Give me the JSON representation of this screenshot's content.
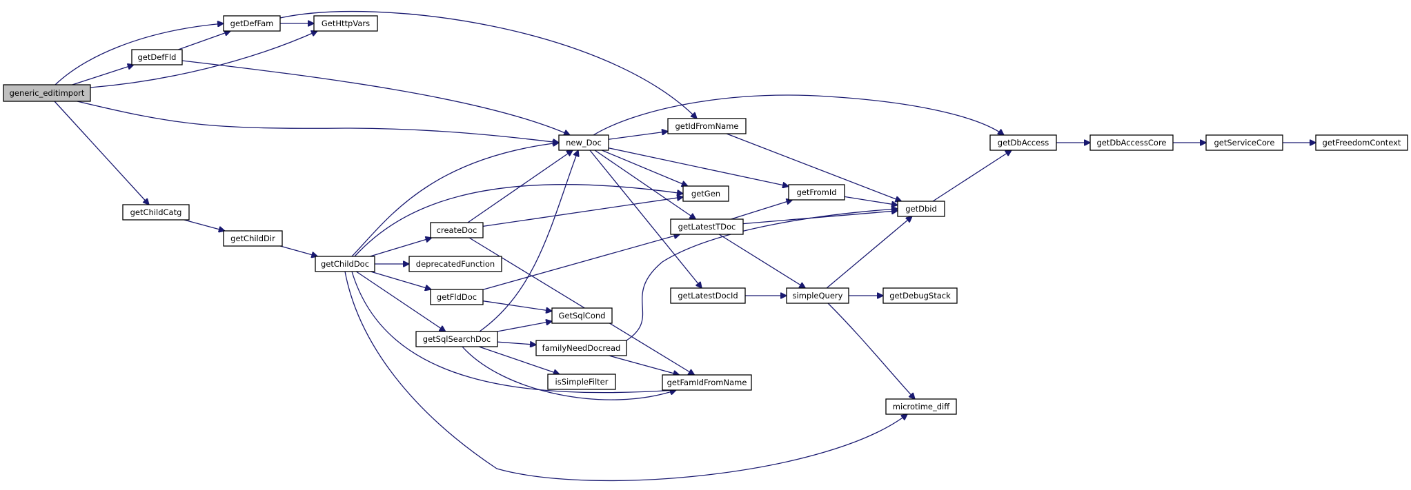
{
  "graph": {
    "root": "generic_editimport",
    "colors": {
      "edge": "#191970",
      "root_fill": "#bfbfbf",
      "node_fill": "#ffffff",
      "node_border": "#000000"
    },
    "nodes": [
      {
        "id": "generic_editimport",
        "label": "generic_editimport"
      },
      {
        "id": "getDefFam",
        "label": "getDefFam"
      },
      {
        "id": "getDefFld",
        "label": "getDefFld"
      },
      {
        "id": "GetHttpVars",
        "label": "GetHttpVars"
      },
      {
        "id": "getIdFromName",
        "label": "getIdFromName"
      },
      {
        "id": "new_Doc",
        "label": "new_Doc"
      },
      {
        "id": "getChildCatg",
        "label": "getChildCatg"
      },
      {
        "id": "getChildDir",
        "label": "getChildDir"
      },
      {
        "id": "getChildDoc",
        "label": "getChildDoc"
      },
      {
        "id": "createDoc",
        "label": "createDoc"
      },
      {
        "id": "deprecatedFunction",
        "label": "deprecatedFunction"
      },
      {
        "id": "getFldDoc",
        "label": "getFldDoc"
      },
      {
        "id": "getSqlSearchDoc",
        "label": "getSqlSearchDoc"
      },
      {
        "id": "GetSqlCond",
        "label": "GetSqlCond"
      },
      {
        "id": "familyNeedDocread",
        "label": "familyNeedDocread"
      },
      {
        "id": "isSimpleFilter",
        "label": "isSimpleFilter"
      },
      {
        "id": "getFamIdFromName",
        "label": "getFamIdFromName"
      },
      {
        "id": "getGen",
        "label": "getGen"
      },
      {
        "id": "getLatestTDoc",
        "label": "getLatestTDoc"
      },
      {
        "id": "getLatestDocId",
        "label": "getLatestDocId"
      },
      {
        "id": "getFromId",
        "label": "getFromId"
      },
      {
        "id": "simpleQuery",
        "label": "simpleQuery"
      },
      {
        "id": "getDbid",
        "label": "getDbid"
      },
      {
        "id": "getDebugStack",
        "label": "getDebugStack"
      },
      {
        "id": "microtime_diff",
        "label": "microtime_diff"
      },
      {
        "id": "getDbAccess",
        "label": "getDbAccess"
      },
      {
        "id": "getDbAccessCore",
        "label": "getDbAccessCore"
      },
      {
        "id": "getServiceCore",
        "label": "getServiceCore"
      },
      {
        "id": "getFreedomContext",
        "label": "getFreedomContext"
      }
    ],
    "edges": [
      {
        "from": "generic_editimport",
        "to": "getDefFam"
      },
      {
        "from": "generic_editimport",
        "to": "getDefFld"
      },
      {
        "from": "generic_editimport",
        "to": "GetHttpVars"
      },
      {
        "from": "generic_editimport",
        "to": "new_Doc"
      },
      {
        "from": "generic_editimport",
        "to": "getChildCatg"
      },
      {
        "from": "getDefFam",
        "to": "GetHttpVars"
      },
      {
        "from": "getDefFam",
        "to": "getIdFromName"
      },
      {
        "from": "getDefFld",
        "to": "getDefFam"
      },
      {
        "from": "getDefFld",
        "to": "new_Doc"
      },
      {
        "from": "new_Doc",
        "to": "getIdFromName"
      },
      {
        "from": "new_Doc",
        "to": "getDbAccess"
      },
      {
        "from": "new_Doc",
        "to": "getGen"
      },
      {
        "from": "new_Doc",
        "to": "getFromId"
      },
      {
        "from": "new_Doc",
        "to": "getLatestTDoc"
      },
      {
        "from": "new_Doc",
        "to": "getLatestDocId"
      },
      {
        "from": "getIdFromName",
        "to": "getDbid"
      },
      {
        "from": "getChildCatg",
        "to": "getChildDir"
      },
      {
        "from": "getChildDir",
        "to": "getChildDoc"
      },
      {
        "from": "getChildDoc",
        "to": "new_Doc"
      },
      {
        "from": "getChildDoc",
        "to": "getGen"
      },
      {
        "from": "getChildDoc",
        "to": "createDoc"
      },
      {
        "from": "getChildDoc",
        "to": "deprecatedFunction"
      },
      {
        "from": "getChildDoc",
        "to": "getFldDoc"
      },
      {
        "from": "getChildDoc",
        "to": "getSqlSearchDoc"
      },
      {
        "from": "getChildDoc",
        "to": "getFamIdFromName"
      },
      {
        "from": "getChildDoc",
        "to": "microtime_diff"
      },
      {
        "from": "createDoc",
        "to": "new_Doc"
      },
      {
        "from": "createDoc",
        "to": "getGen"
      },
      {
        "from": "createDoc",
        "to": "getFamIdFromName"
      },
      {
        "from": "getFldDoc",
        "to": "getLatestTDoc"
      },
      {
        "from": "getFldDoc",
        "to": "GetSqlCond"
      },
      {
        "from": "getSqlSearchDoc",
        "to": "new_Doc"
      },
      {
        "from": "getSqlSearchDoc",
        "to": "GetSqlCond"
      },
      {
        "from": "getSqlSearchDoc",
        "to": "familyNeedDocread"
      },
      {
        "from": "getSqlSearchDoc",
        "to": "isSimpleFilter"
      },
      {
        "from": "getSqlSearchDoc",
        "to": "getFamIdFromName"
      },
      {
        "from": "familyNeedDocread",
        "to": "getDbid"
      },
      {
        "from": "familyNeedDocread",
        "to": "getFamIdFromName"
      },
      {
        "from": "getLatestTDoc",
        "to": "getFromId"
      },
      {
        "from": "getLatestTDoc",
        "to": "getDbid"
      },
      {
        "from": "getLatestTDoc",
        "to": "simpleQuery"
      },
      {
        "from": "getLatestDocId",
        "to": "simpleQuery"
      },
      {
        "from": "getFromId",
        "to": "getDbid"
      },
      {
        "from": "simpleQuery",
        "to": "getDbid"
      },
      {
        "from": "simpleQuery",
        "to": "getDebugStack"
      },
      {
        "from": "simpleQuery",
        "to": "microtime_diff"
      },
      {
        "from": "getDbid",
        "to": "getDbAccess"
      },
      {
        "from": "getDbAccess",
        "to": "getDbAccessCore"
      },
      {
        "from": "getDbAccessCore",
        "to": "getServiceCore"
      },
      {
        "from": "getServiceCore",
        "to": "getFreedomContext"
      }
    ]
  }
}
